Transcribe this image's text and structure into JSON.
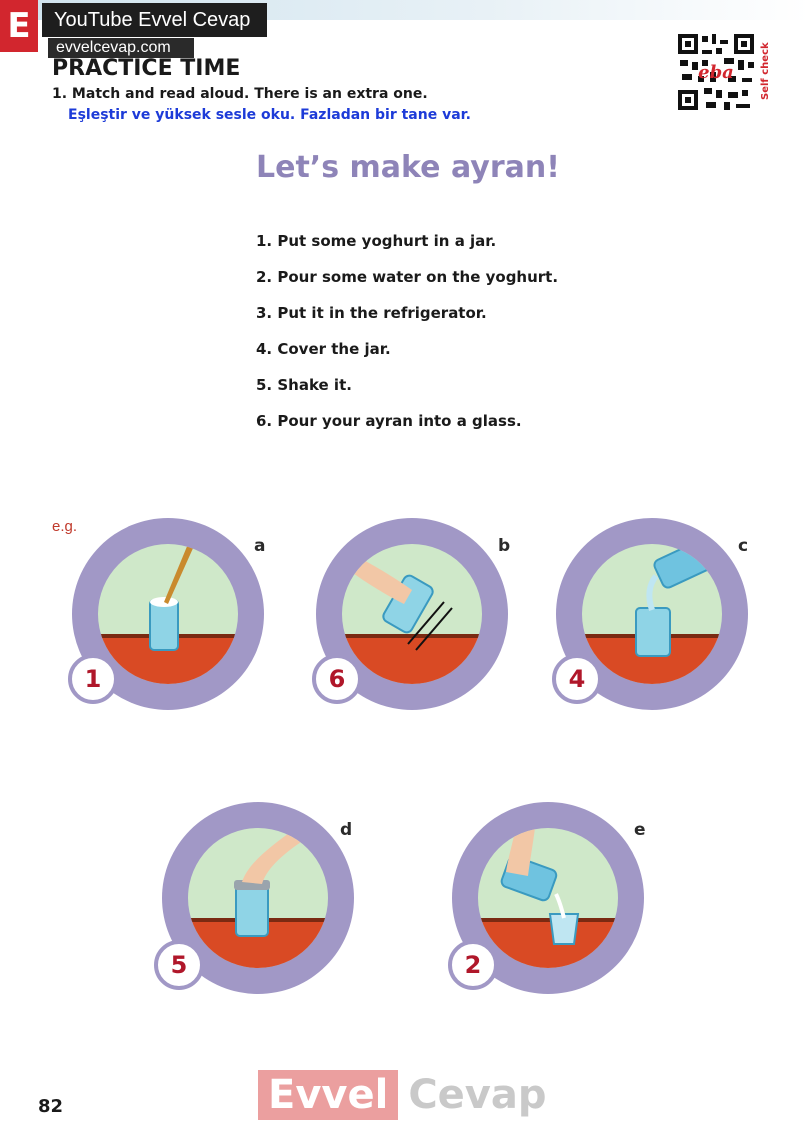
{
  "header": {
    "logo_letter": "E",
    "youtube_label": "YouTube Evvel Cevap",
    "site": "evvelcevap.com",
    "self_check": "Self check"
  },
  "section": {
    "title": "PRACTICE TIME",
    "instruction_en": "1. Match and read aloud. There is an extra one.",
    "instruction_tr": "Eşleştir ve yüksek sesle oku. Fazladan bir tane var."
  },
  "recipe": {
    "heading": "Let’s make ayran!",
    "steps": [
      "1. Put some yoghurt in a jar.",
      "2. Pour some water on the yoghurt.",
      "3. Put it in the refrigerator.",
      "4. Cover the jar.",
      "5. Shake it.",
      "6. Pour your ayran into a glass."
    ]
  },
  "example_label": "e.g.",
  "pictures": [
    {
      "letter": "a",
      "number": "1"
    },
    {
      "letter": "b",
      "number": "6"
    },
    {
      "letter": "c",
      "number": "4"
    },
    {
      "letter": "d",
      "number": "5"
    },
    {
      "letter": "e",
      "number": "2"
    }
  ],
  "footer": {
    "page_number": "82",
    "watermark_left": "Evvel",
    "watermark_right": "Cevap"
  },
  "colors": {
    "ring": "#a198c6",
    "table": "#d94a24",
    "wall": "#cfe8c9",
    "heading": "#8e84b8",
    "answer": "#b0172a"
  }
}
